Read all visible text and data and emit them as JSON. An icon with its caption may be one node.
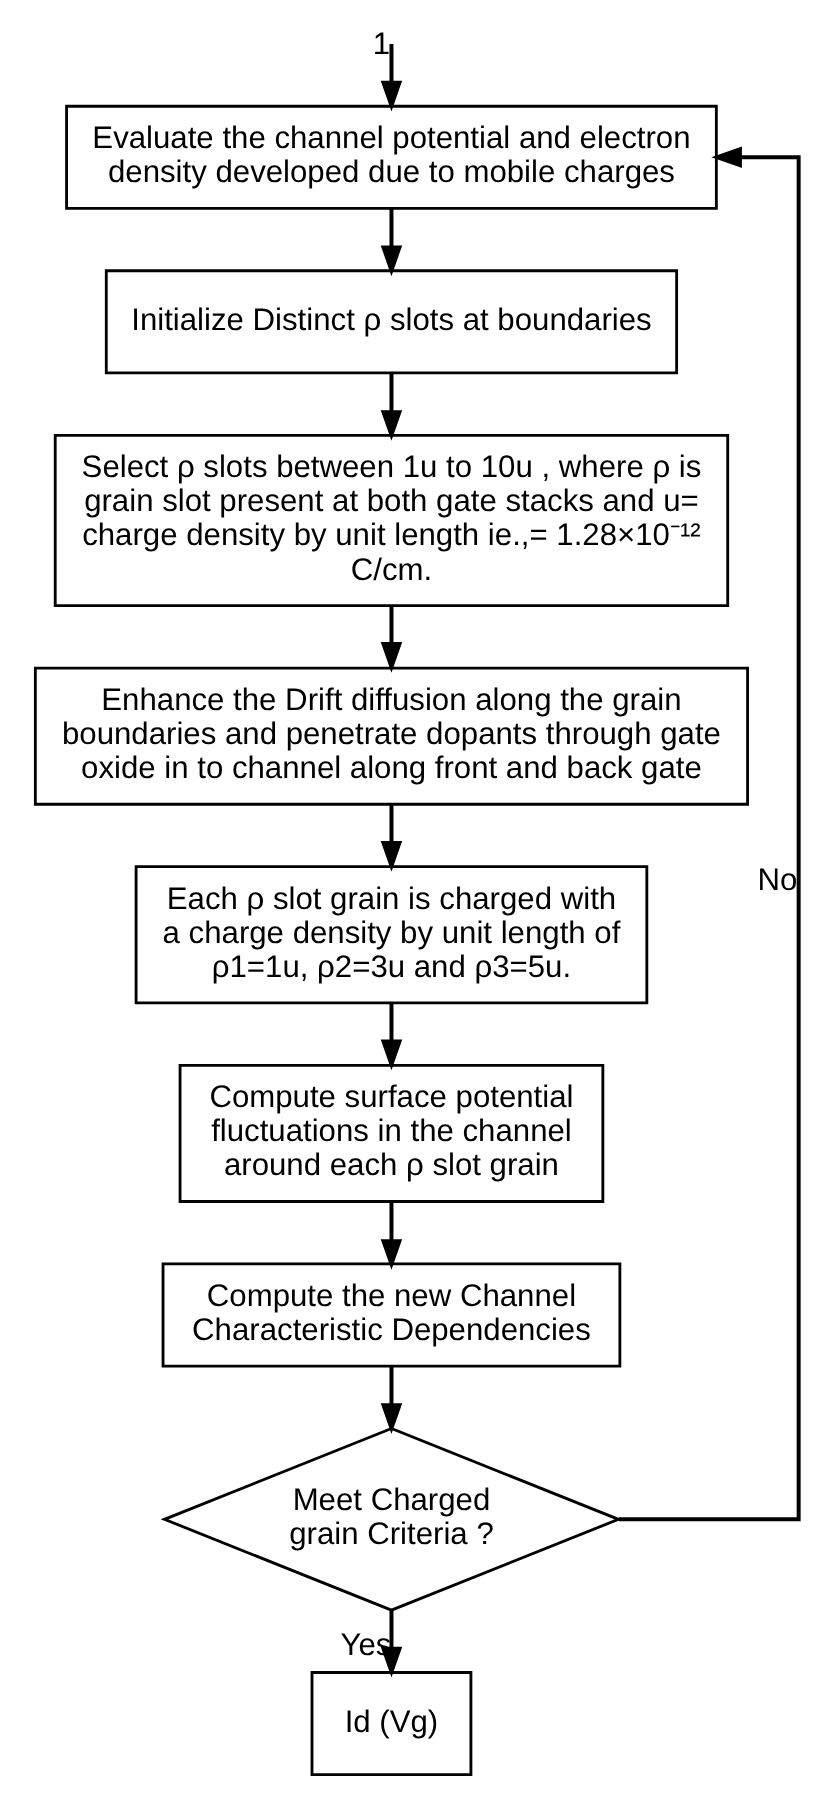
{
  "diagram": {
    "nodes": [
      {
        "text": [
          "Evaluate the channel potential and electron density developed due to mobile charges"
        ]
      },
      {
        "text": [
          "Initialize Distinct ρ slots at boundaries"
        ]
      },
      {
        "text": [
          "Select ρ slots between 1u to 10u , where ρ is grain slot present at both gate stacks and u= charge density by unit length ie.,= 1.28×10⁻¹² C/cm."
        ]
      },
      {
        "text": [
          "Enhance the Drift diffusion along the grain boundaries and penetrate dopants through gate oxide in to channel along front and back gate"
        ]
      },
      {
        "text": [
          "Each ρ slot grain is charged with a charge density by unit length of ρ1=1u, ρ2=3u and ρ3=5u."
        ]
      },
      {
        "text": [
          "Compute surface potential fluctuations in the channel around each ρ slot grain"
        ]
      },
      {
        "text": [
          "Compute the new Channel Characteristic Dependencies"
        ]
      },
      {
        "text": [
          "Meet Charged grain Criteria ?"
        ]
      },
      {
        "text": [
          "Id (Vg)"
        ]
      }
    ],
    "edges": [
      {
        "from": null,
        "to": 0,
        "arrow": "to",
        "label": "1"
      },
      {
        "from": 0,
        "to": 1,
        "arrow": "to"
      },
      {
        "from": 1,
        "to": 2,
        "arrow": "to"
      },
      {
        "from": 2,
        "to": 3,
        "arrow": "to"
      },
      {
        "from": 3,
        "to": 4,
        "arrow": "to"
      },
      {
        "from": 4,
        "to": 5,
        "arrow": "to"
      },
      {
        "from": 5,
        "to": 6,
        "arrow": "to"
      },
      {
        "from": 6,
        "to": 7,
        "arrow": "to"
      },
      {
        "from": 7,
        "to": 0,
        "arrow": "to",
        "label": "No"
      },
      {
        "from": 7,
        "to": 8,
        "arrow": "to",
        "label": "Yes"
      }
    ]
  }
}
